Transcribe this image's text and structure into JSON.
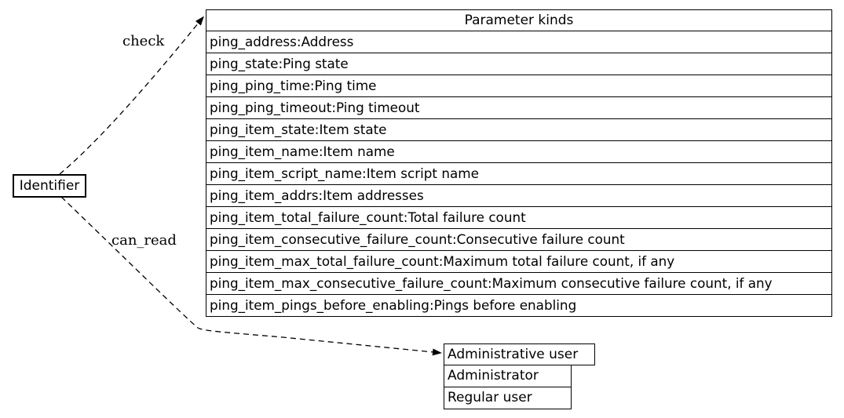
{
  "diagram": {
    "background_color": "#ffffff",
    "line_color": "#000000",
    "text_color": "#000000",
    "nodes": {
      "identifier": {
        "label": "Identifier"
      },
      "parameter_kinds": {
        "title": "Parameter kinds",
        "rows": [
          "ping_address:Address",
          "ping_state:Ping state",
          "ping_ping_time:Ping time",
          "ping_ping_timeout:Ping timeout",
          "ping_item_state:Item state",
          "ping_item_name:Item name",
          "ping_item_script_name:Item script name",
          "ping_item_addrs:Item addresses",
          "ping_item_total_failure_count:Total failure count",
          "ping_item_consecutive_failure_count:Consecutive failure count",
          "ping_item_max_total_failure_count:Maximum total failure count, if any",
          "ping_item_max_consecutive_failure_count:Maximum consecutive failure count, if any",
          "ping_item_pings_before_enabling:Pings before enabling"
        ]
      },
      "administrative_user": {
        "title": "Administrative user",
        "rows": [
          "Administrator",
          "Regular user"
        ]
      }
    },
    "edges": [
      {
        "label": "check",
        "from": "Identifier",
        "to": "Parameter kinds",
        "style": "dashed-arrow"
      },
      {
        "label": "can_read",
        "from": "Identifier",
        "to": "Administrative user",
        "style": "dashed-arrow"
      }
    ]
  }
}
